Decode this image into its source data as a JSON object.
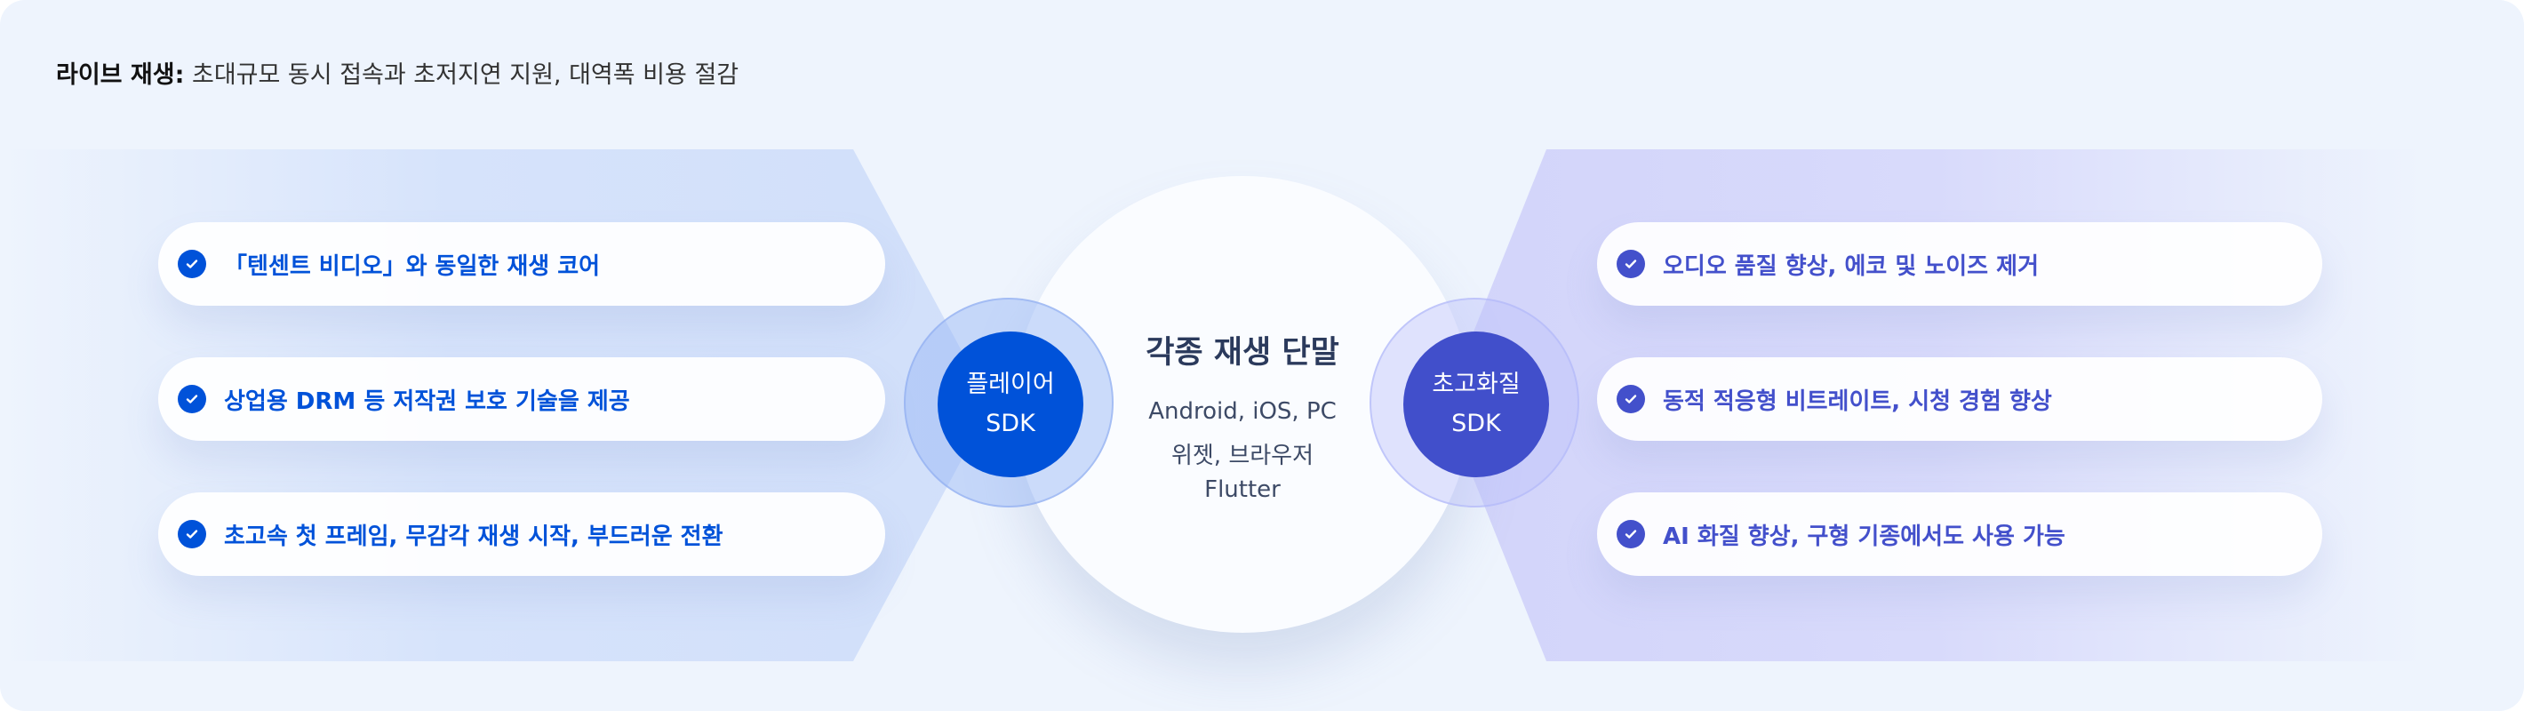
{
  "header": {
    "title_bold": "라이브 재생:",
    "title_rest": " 초대규모 동시 접속과 초저지연 지원, 대역폭 비용 절감"
  },
  "player_sdk": {
    "line1": "플레이어",
    "line2": "SDK",
    "features": [
      "「텐센트 비디오」와 동일한 재생 코어",
      "상업용 DRM 등 저작권 보호 기술을 제공",
      "초고속 첫 프레임, 무감각 재생 시작, 부드러운 전환"
    ]
  },
  "center": {
    "title": "각종 재생 단말",
    "lines": [
      "Android, iOS, PC",
      "위젯, 브라우저",
      "Flutter"
    ]
  },
  "uhd_sdk": {
    "line1": "초고화질",
    "line2": "SDK",
    "features": [
      "오디오 품질 향상, 에코 및 노이즈 제거",
      "동적 적응형 비트레이트, 시청 경험 향상",
      "AI 화질 향상, 구형 기종에서도 사용 가능"
    ]
  },
  "colors": {
    "player_accent": "#0052d9",
    "uhd_accent": "#4350cb",
    "background": "#eef4fd"
  }
}
